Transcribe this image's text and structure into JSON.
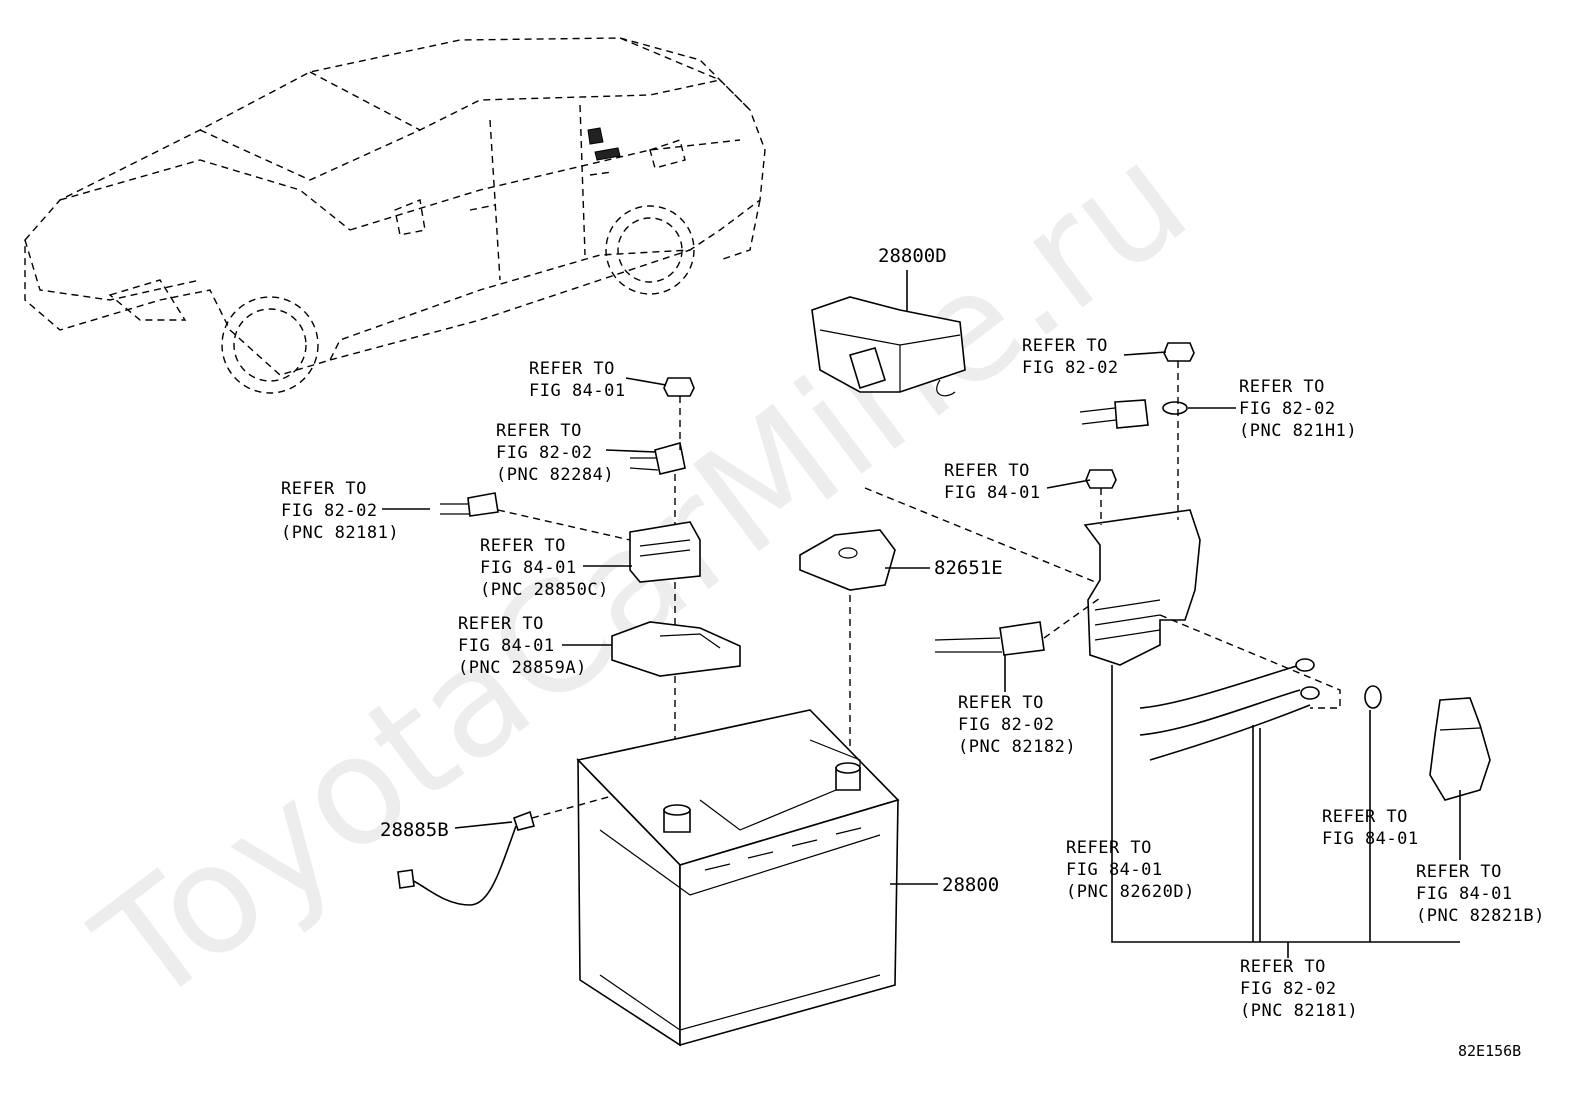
{
  "watermark": "ToyotaCarMine.ru",
  "diagram_code": "82E156B",
  "part_numbers": {
    "p28800d": "28800D",
    "p82651e": "82651E",
    "p28885b": "28885B",
    "p28800": "28800"
  },
  "callouts": [
    {
      "l1": "REFER TO",
      "l2": "FIG 84-01",
      "l3": ""
    },
    {
      "l1": "REFER TO",
      "l2": "FIG 82-02",
      "l3": "(PNC 82284)"
    },
    {
      "l1": "REFER TO",
      "l2": "FIG 82-02",
      "l3": "(PNC 82181)"
    },
    {
      "l1": "REFER TO",
      "l2": "FIG 84-01",
      "l3": "(PNC 28850C)"
    },
    {
      "l1": "REFER TO",
      "l2": "FIG 84-01",
      "l3": "(PNC 28859A)"
    },
    {
      "l1": "REFER TO",
      "l2": "FIG 82-02",
      "l3": ""
    },
    {
      "l1": "REFER TO",
      "l2": "FIG 82-02",
      "l3": "(PNC 821H1)"
    },
    {
      "l1": "REFER TO",
      "l2": "FIG 84-01",
      "l3": ""
    },
    {
      "l1": "REFER TO",
      "l2": "FIG 82-02",
      "l3": "(PNC 82182)"
    },
    {
      "l1": "REFER TO",
      "l2": "FIG 84-01",
      "l3": "(PNC 82620D)"
    },
    {
      "l1": "REFER TO",
      "l2": "FIG 84-01",
      "l3": ""
    },
    {
      "l1": "REFER TO",
      "l2": "FIG 84-01",
      "l3": "(PNC 82821B)"
    },
    {
      "l1": "REFER TO",
      "l2": "FIG 82-02",
      "l3": "(PNC 82181)"
    }
  ]
}
